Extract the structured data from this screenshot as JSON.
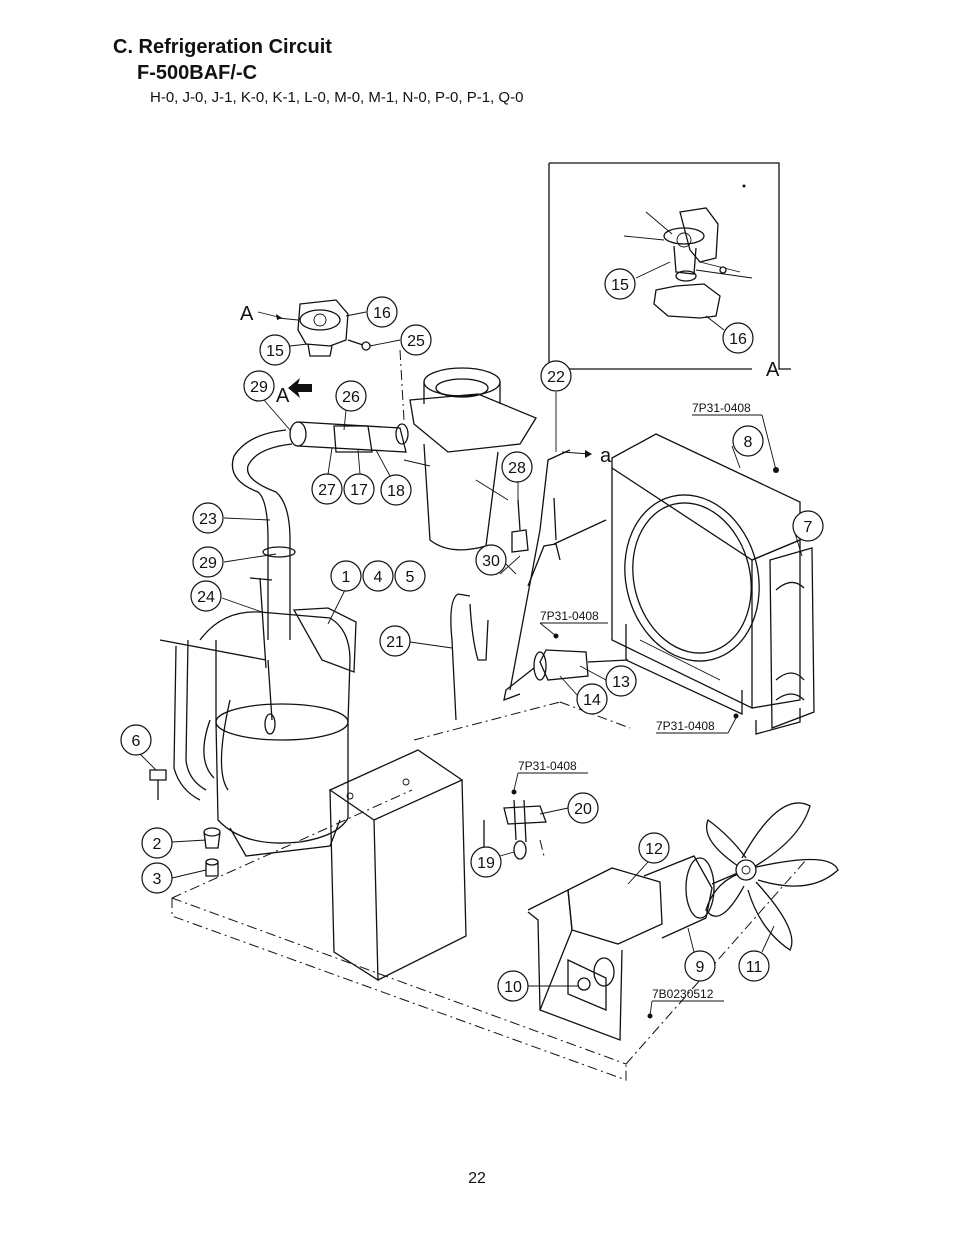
{
  "header": {
    "title": "C. Refrigeration Circuit",
    "model": "F-500BAF/-C",
    "variants": "H-0, J-0, J-1, K-0, K-1, L-0, M-0, M-1, N-0, P-0, P-1, Q-0"
  },
  "inset": {
    "view_label": "A",
    "callouts": [
      "15",
      "16"
    ]
  },
  "diagram": {
    "view_marker_left": "A",
    "view_marker_lower": "A",
    "branch_letter": "a",
    "callouts": [
      "16",
      "25",
      "15",
      "29",
      "26",
      "27",
      "17",
      "18",
      "23",
      "29",
      "24",
      "1",
      "4",
      "5",
      "21",
      "28",
      "30",
      "22",
      "8",
      "7",
      "13",
      "14",
      "6",
      "2",
      "3",
      "20",
      "19",
      "12",
      "9",
      "11",
      "10"
    ],
    "part_codes": [
      "7P31-0408",
      "7P31-0408",
      "7P31-0408",
      "7P31-0408",
      "7B0230512"
    ]
  },
  "footer": {
    "page_number": "22"
  }
}
